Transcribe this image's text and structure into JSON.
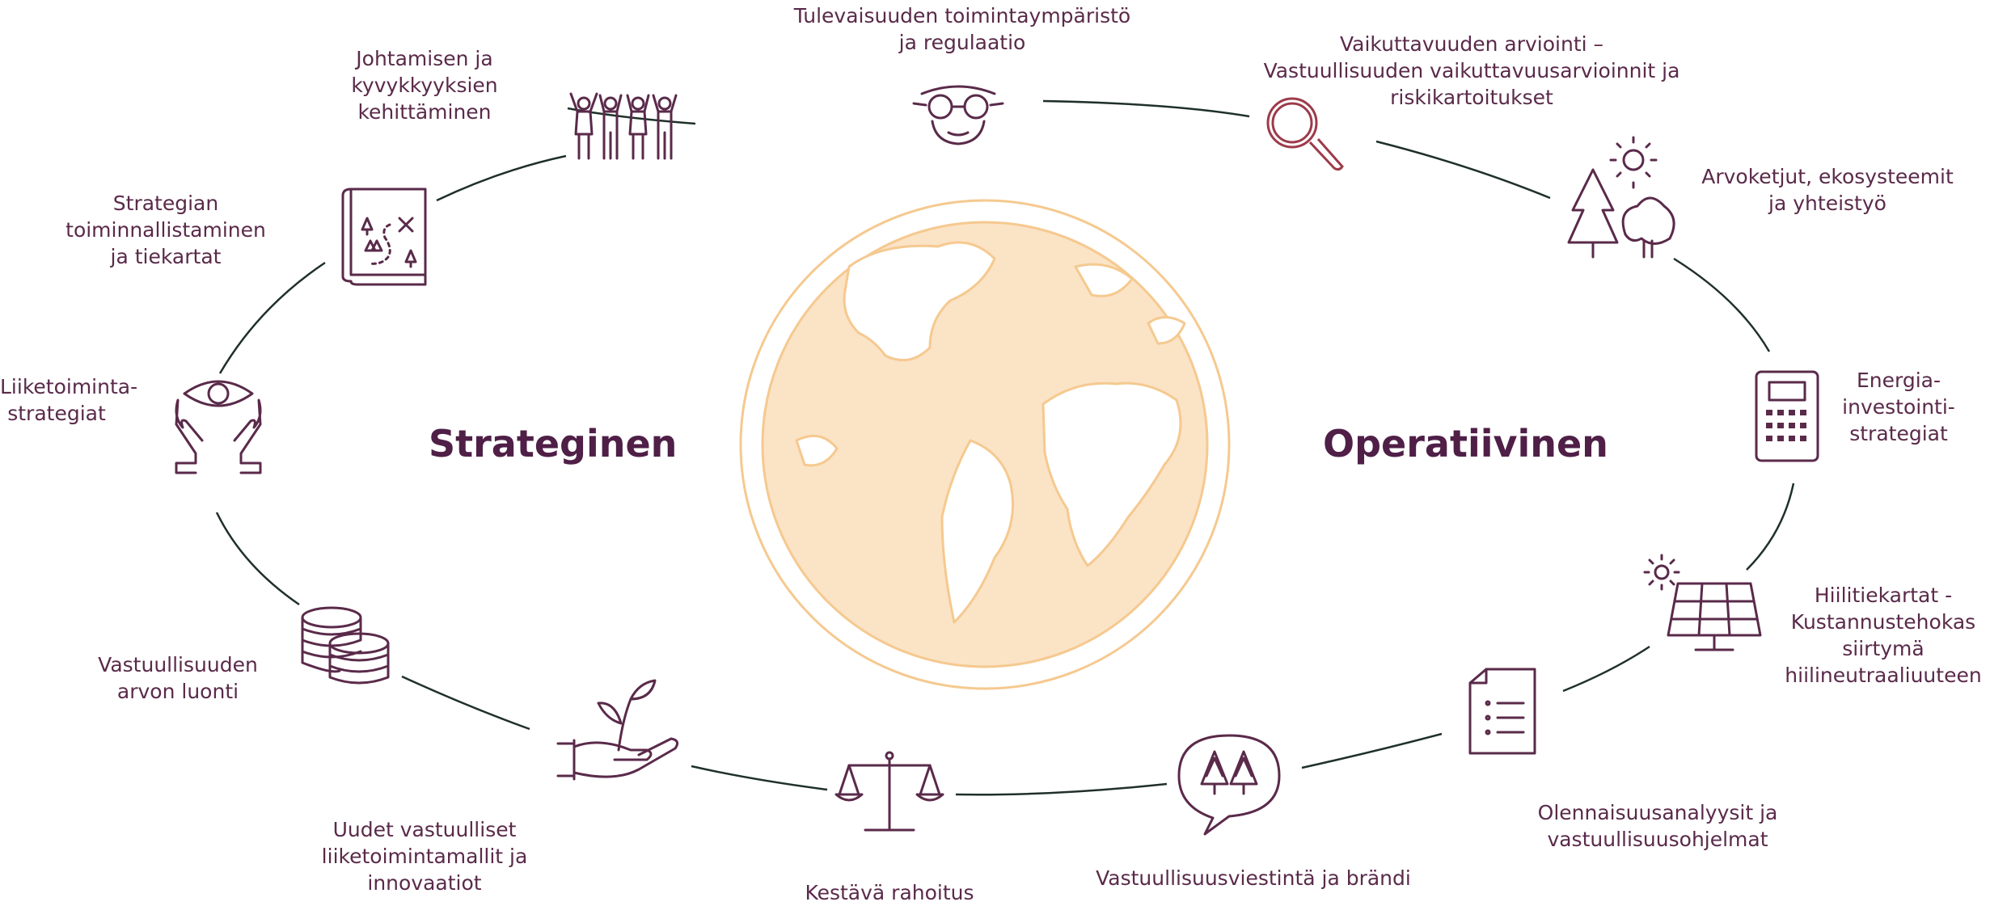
{
  "center": {
    "left": "Strateginen",
    "right": "Operatiivinen"
  },
  "items": [
    {
      "label": "Tulevaisuuden toimintaympäristö\nja regulaatio",
      "icon": "binoculars-person-icon"
    },
    {
      "label": "Vaikuttavuuden arviointi –\nVastuullisuuden vaikuttavuusarvioinnit ja\nriskikartoitukset",
      "icon": "magnifier-icon"
    },
    {
      "label": "Arvoketjut, ekosysteemit\nja yhteistyö",
      "icon": "trees-sun-icon"
    },
    {
      "label": "Energia-\ninvestointi-\nstrategiat",
      "icon": "calculator-icon"
    },
    {
      "label": "Hiilitiekartat -\nKustannustehokas\nsiirtymä\nhiilineutraaliuuteen",
      "icon": "solar-panel-icon"
    },
    {
      "label": "Olennaisuusanalyysit ja\nvastuullisuusohjelmat",
      "icon": "document-list-icon"
    },
    {
      "label": "Vastuullisuusviestintä ja brändi",
      "icon": "speech-bubble-trees-icon"
    },
    {
      "label": "Kestävä rahoitus",
      "icon": "scales-icon"
    },
    {
      "label": "Uudet vastuulliset\nliiketoimintamallit ja\ninnovaatiot",
      "icon": "hand-plant-icon"
    },
    {
      "label": "Vastuullisuuden\narvon luonti",
      "icon": "coins-stack-icon"
    },
    {
      "label": "Liiketoiminta-\nstrategiat",
      "icon": "hands-eye-icon"
    },
    {
      "label": "Strategian\ntoiminnallistaminen\nja tiekartat",
      "icon": "treasure-map-icon"
    },
    {
      "label": "Johtamisen ja\nkyvykkyyksien\nkehittäminen",
      "icon": "team-people-icon"
    }
  ],
  "colors": {
    "text": "#5a2a4a",
    "ring": "#1f3029",
    "globe": "#f5c98f",
    "globe_fill": "#fbe3c6",
    "magnifier": "#9c3b4a"
  }
}
